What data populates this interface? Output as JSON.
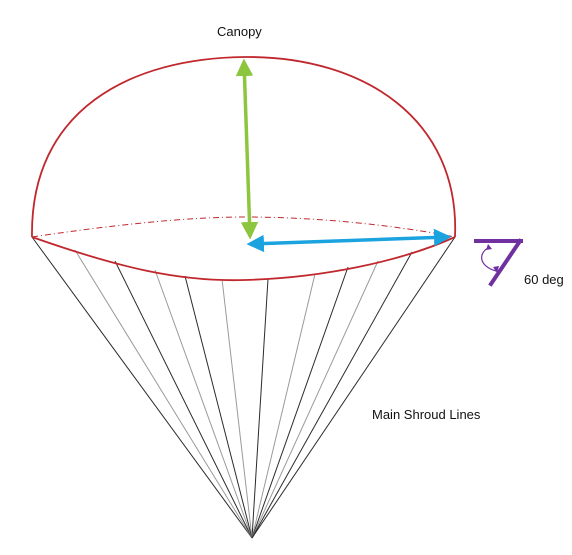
{
  "labels": {
    "canopy": "Canopy",
    "angle": "60 deg",
    "shroud_lines": "Main Shroud Lines"
  },
  "colors": {
    "canopy": "#c0282e",
    "shroud_dark": "#2b2b2b",
    "shroud_light": "#9a9a9a",
    "height_arrow": "#8cc63f",
    "radius_arrow": "#1ba3e0",
    "angle_marker": "#7030a0"
  },
  "icons": {
    "height_arrow": "double-headed-arrow",
    "radius_arrow": "double-headed-arrow",
    "angle_marker": "angle-symbol"
  }
}
